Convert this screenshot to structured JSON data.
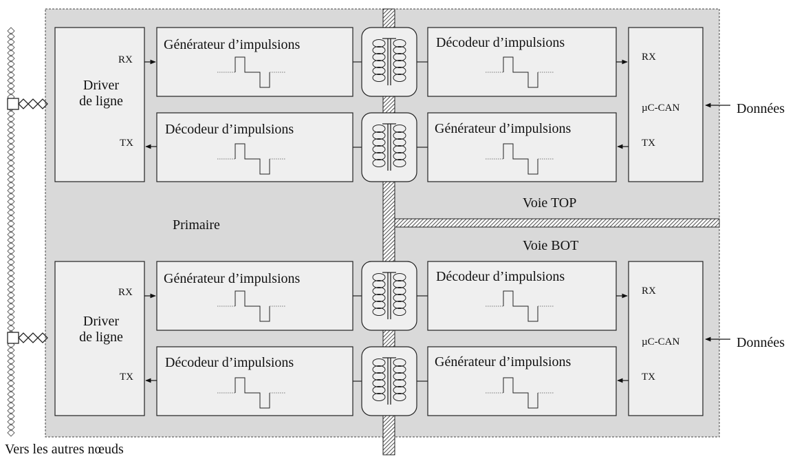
{
  "labels": {
    "primaire": "Primaire",
    "voie_top": "Voie TOP",
    "voie_bot": "Voie BOT",
    "vers_les_autres_noeuds": "Vers les autres nœuds",
    "donnees": "Données"
  },
  "channels": [
    {
      "id": "top",
      "driver": {
        "line1": "Driver",
        "line2": "de ligne",
        "rx": "RX",
        "tx": "TX"
      },
      "row1_left": "Générateur d’impulsions",
      "row1_right": "Décodeur d’impulsions",
      "row2_left": "Décodeur d’impulsions",
      "row2_right": "Générateur d’impulsions",
      "uc": {
        "rx": "RX",
        "name": "µC-CAN",
        "tx": "TX"
      }
    },
    {
      "id": "bot",
      "driver": {
        "line1": "Driver",
        "line2": "de ligne",
        "rx": "RX",
        "tx": "TX"
      },
      "row1_left": "Générateur d’impulsions",
      "row1_right": "Décodeur d’impulsions",
      "row2_left": "Décodeur d’impulsions",
      "row2_right": "Générateur d’impulsions",
      "uc": {
        "rx": "RX",
        "name": "µC-CAN",
        "tx": "TX"
      }
    }
  ],
  "colors": {
    "background_region": "#d9d9d9",
    "box_fill": "#efefef",
    "stroke": "#222222"
  }
}
